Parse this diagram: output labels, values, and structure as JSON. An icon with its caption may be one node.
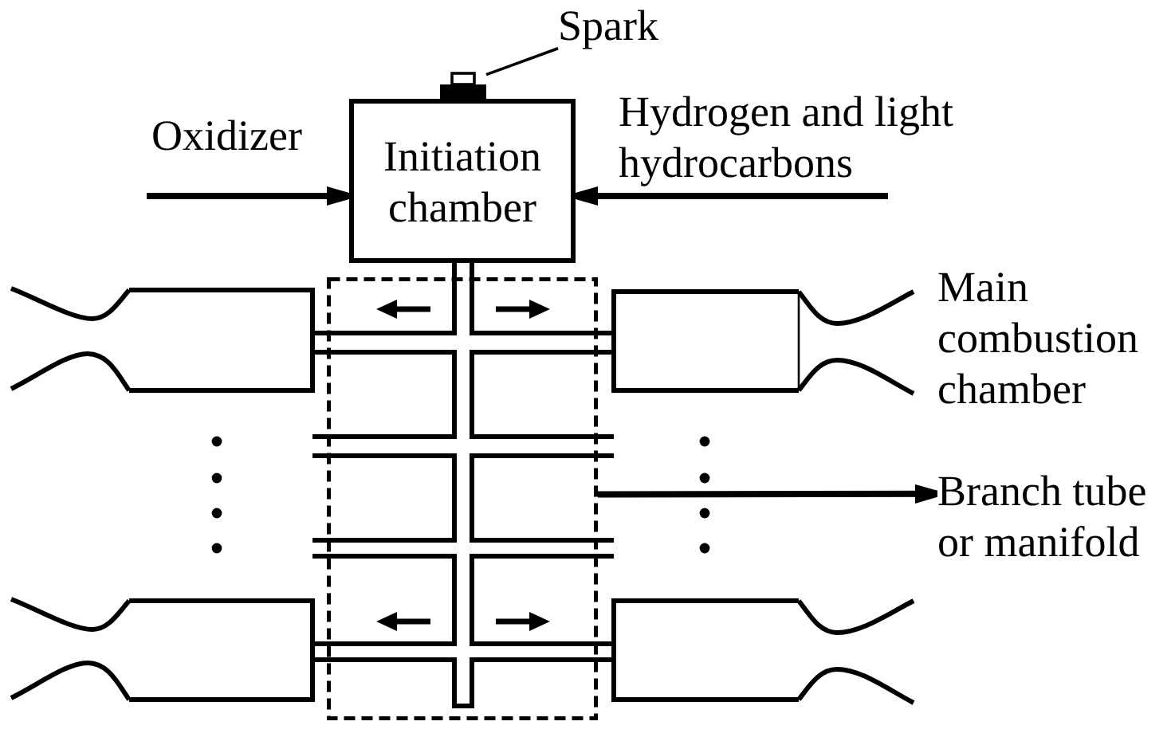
{
  "diagram": {
    "nodes": [
      {
        "text": [
          "Spark"
        ]
      },
      {
        "text": [],
        "shape": "box"
      },
      {
        "text": [
          "Initiation chamber"
        ]
      },
      {
        "text": [],
        "shape": "box"
      },
      {
        "text": [
          "Branch tube or manifold"
        ]
      }
    ],
    "edges": [
      {
        "from": 0,
        "to": 1,
        "arrow": "none"
      },
      {
        "from": null,
        "to": 2,
        "arrow": "to",
        "label": "Oxidizer"
      },
      {
        "from": null,
        "to": 2,
        "arrow": "to",
        "label": "Hydrogen and light hydrocarbons"
      },
      {
        "from": 3,
        "to": 4,
        "arrow": "to"
      }
    ],
    "labels": [
      "Main combustion chamber"
    ]
  }
}
